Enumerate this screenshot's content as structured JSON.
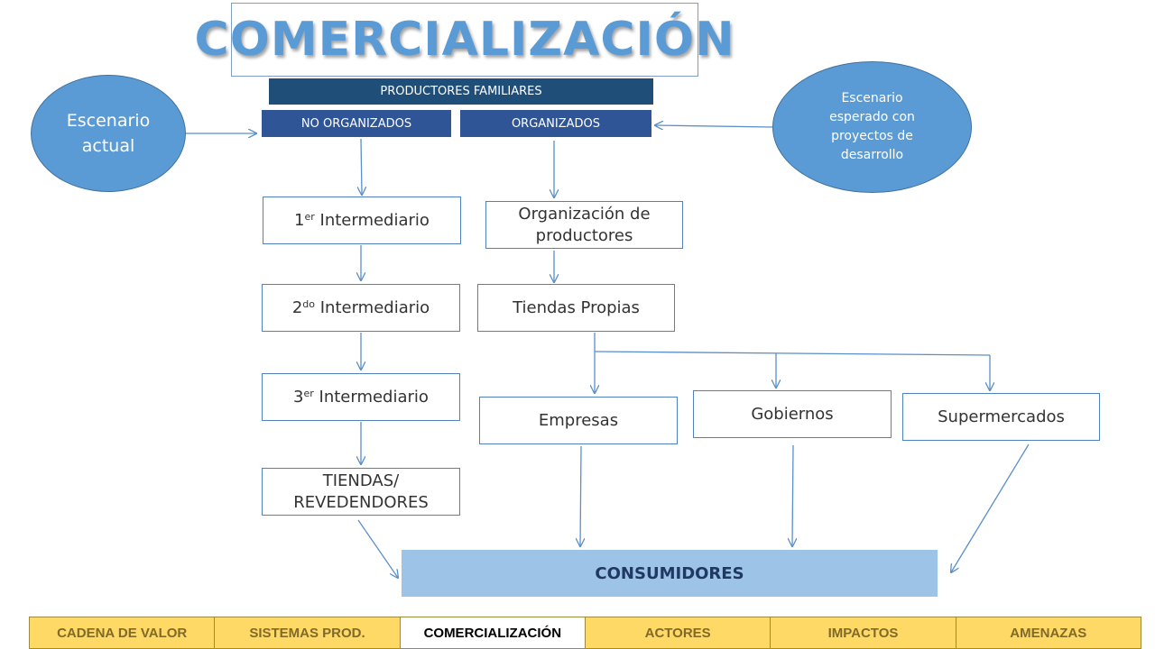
{
  "title": "COMERCIALIZACIÓN",
  "header": {
    "productores": "PRODUCTORES FAMILIARES",
    "no_organizados": "NO ORGANIZADOS",
    "organizados": "ORGANIZADOS"
  },
  "escenario_actual": {
    "line1": "Escenario",
    "line2": "actual"
  },
  "escenario_esperado": [
    "Escenario",
    "esperado con",
    "proyectos de",
    "desarrollo"
  ],
  "left_chain": {
    "int1": {
      "num": "1",
      "sup": "er",
      "label": " Intermediario"
    },
    "int2": {
      "num": "2",
      "sup": "do",
      "label": " Intermediario"
    },
    "int3": {
      "num": "3",
      "sup": "er",
      "label": " Intermediario"
    },
    "tiendas_line1": "TIENDAS/",
    "tiendas_line2": "REVEDENDORES"
  },
  "right_chain": {
    "org_line1": "Organización de",
    "org_line2": "productores",
    "tiendas_propias": "Tiendas Propias",
    "empresas": "Empresas",
    "gobiernos": "Gobiernos",
    "supermercados": "Supermercados"
  },
  "consumidores": "CONSUMIDORES",
  "nav": {
    "items": [
      {
        "label": "CADENA DE VALOR",
        "active": false
      },
      {
        "label": "SISTEMAS PROD.",
        "active": false
      },
      {
        "label": "COMERCIALIZACIÓN",
        "active": true
      },
      {
        "label": "ACTORES",
        "active": false
      },
      {
        "label": "IMPACTOS",
        "active": false
      },
      {
        "label": "AMENAZAS",
        "active": false
      }
    ]
  },
  "colors": {
    "accent": "#5b9bd5",
    "dark_blue": "#1f4e79",
    "nav_yellow": "#ffd966",
    "consumers": "#9dc3e6",
    "arrow": "#5b8fc9"
  }
}
